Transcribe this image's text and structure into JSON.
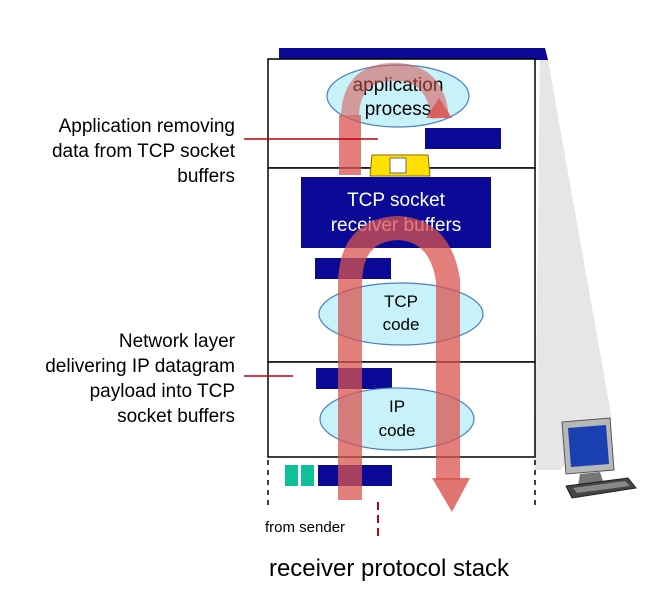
{
  "annotations": {
    "app_removing": [
      "Application removing",
      "data from TCP socket",
      "buffers"
    ],
    "network_delivering": [
      "Network layer",
      "delivering IP datagram",
      "payload into TCP",
      "socket buffers"
    ]
  },
  "stack": {
    "application_process": [
      "application",
      "process"
    ],
    "tcp_buffers": [
      "TCP socket",
      "receiver buffers"
    ],
    "tcp_code": [
      "TCP",
      "code"
    ],
    "ip_code": [
      "IP",
      "code"
    ]
  },
  "from_sender": "from sender",
  "caption": "receiver protocol stack",
  "colors": {
    "blue": "#0a0a96",
    "ellipse": "#c8f2fa",
    "arrow": "#d9534f",
    "socket": "#ffe000",
    "green": "#10c09a"
  }
}
